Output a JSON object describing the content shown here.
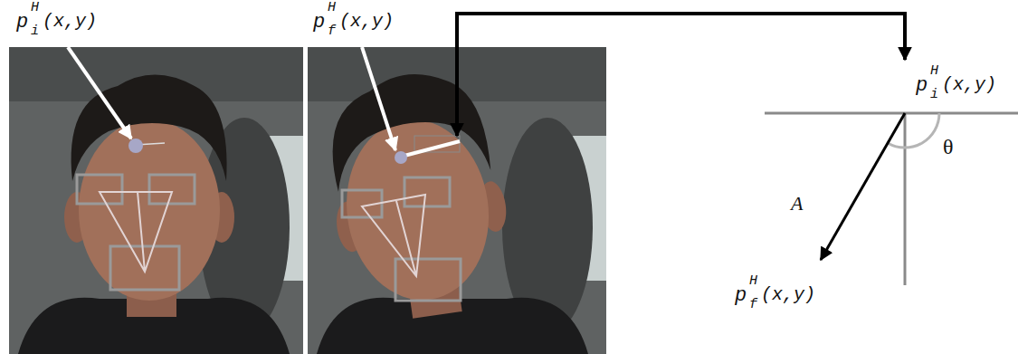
{
  "diagram": {
    "labels": [
      "p",
      "H",
      "i",
      "(x,y)",
      "p",
      "H",
      "f",
      "(x,y)",
      "p",
      "H",
      "i",
      "(x,y)",
      "p",
      "H",
      "f",
      "(x,y)",
      "A",
      "θ"
    ]
  }
}
